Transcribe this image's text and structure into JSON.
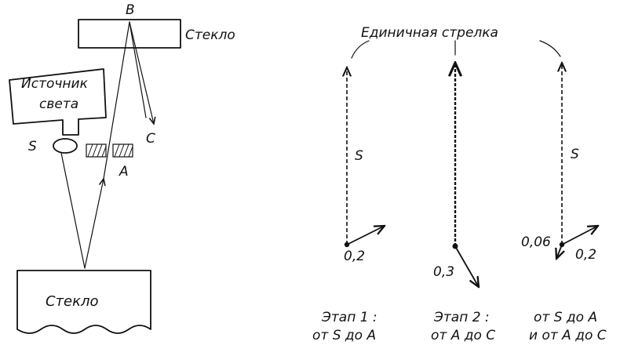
{
  "left_diagram": {
    "top_glass_label": "Стекло",
    "source_label_line1": "Источник",
    "source_label_line2": "света",
    "bottom_glass_label": "Стекло",
    "point_B": "B",
    "point_C": "C",
    "point_S": "S",
    "point_A": "A"
  },
  "right_diagram": {
    "unit_arrow_label": "Единичная стрелка",
    "stage1": {
      "vector_label": "S",
      "value": "0,2",
      "caption_line1": "Этап 1 :",
      "caption_line2": "от S до А"
    },
    "stage2": {
      "value": "0,3",
      "caption_line1": "Этап 2 :",
      "caption_line2": "от А до С"
    },
    "stage3": {
      "vector_label": "S",
      "value_left": "0,06",
      "value_right": "0,2",
      "caption_line1": "от S до А",
      "caption_line2": "и от А до С"
    }
  }
}
